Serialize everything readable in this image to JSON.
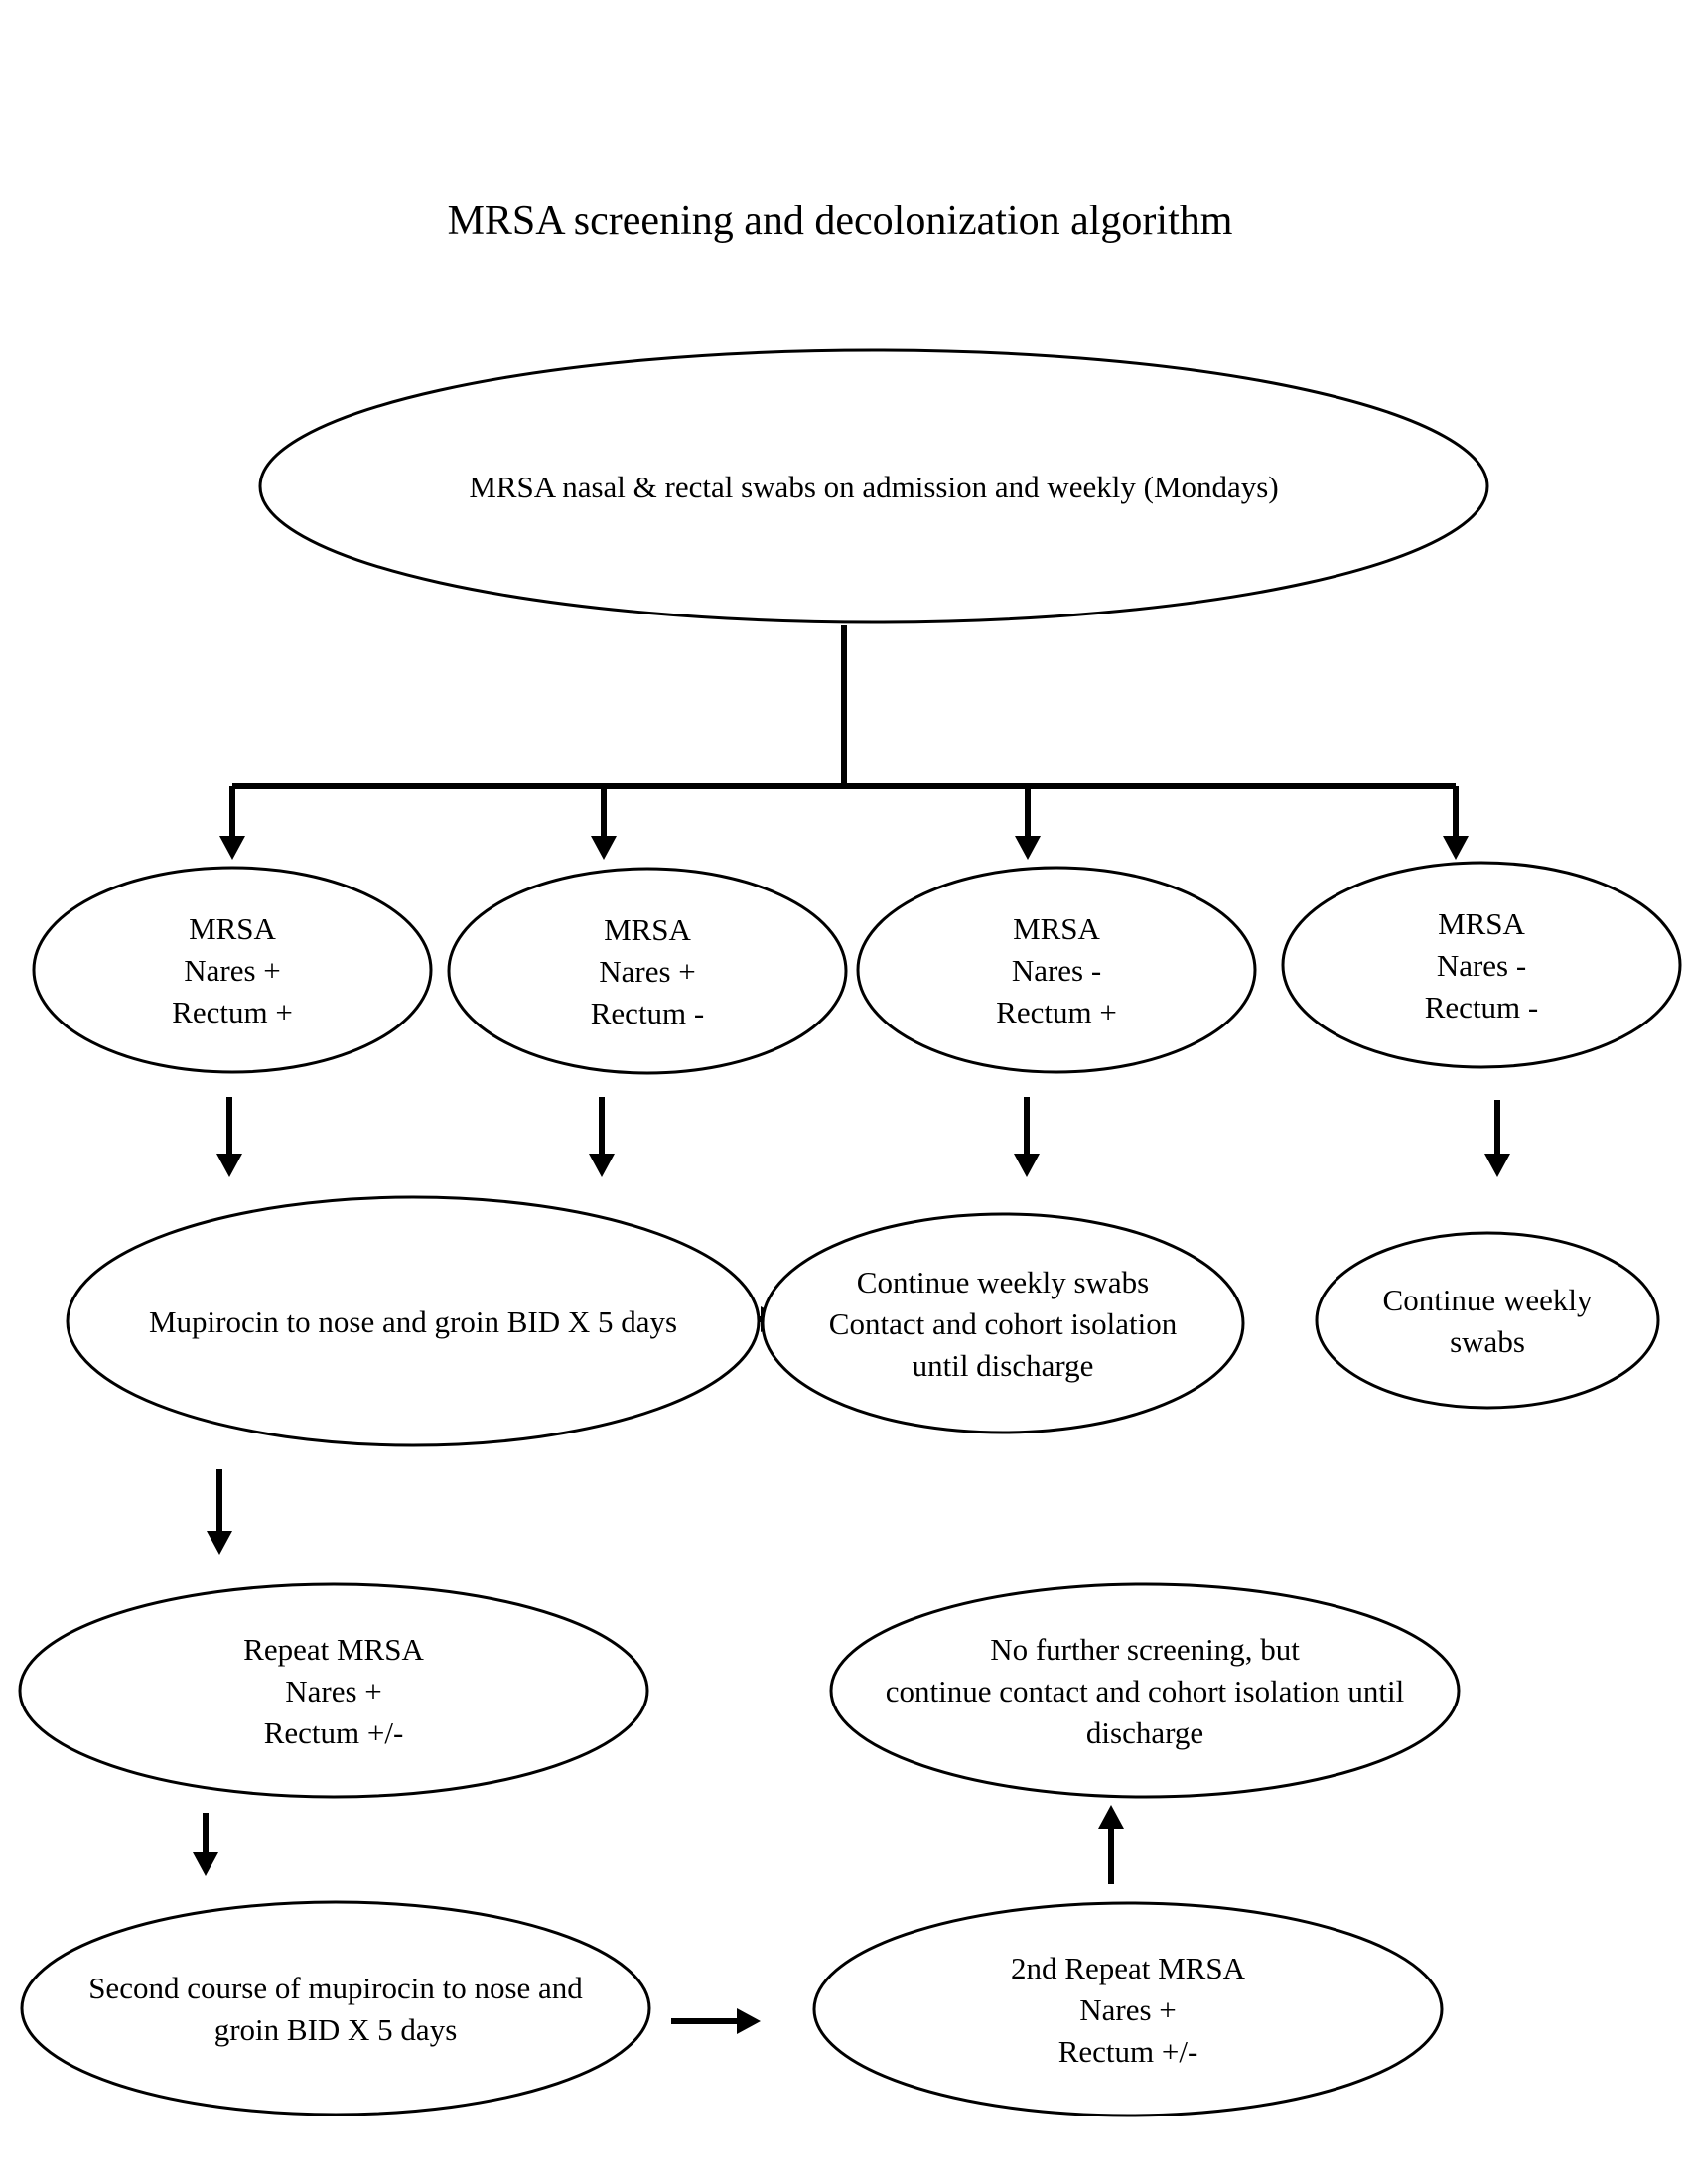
{
  "title": "MRSA screening and decolonization algorithm",
  "nodes": {
    "root": {
      "lines": [
        "MRSA nasal & rectal swabs on admission and weekly (Mondays)"
      ]
    },
    "result_1": {
      "lines": [
        "MRSA",
        "Nares +",
        "Rectum +"
      ]
    },
    "result_2": {
      "lines": [
        "MRSA",
        "Nares +",
        "Rectum -"
      ]
    },
    "result_3": {
      "lines": [
        "MRSA",
        "Nares -",
        "Rectum +"
      ]
    },
    "result_4": {
      "lines": [
        "MRSA",
        "Nares -",
        "Rectum -"
      ]
    },
    "mupirocin": {
      "lines": [
        "Mupirocin to nose and groin BID X 5 days"
      ]
    },
    "continue_isolation": {
      "lines": [
        "Continue weekly swabs",
        "Contact and cohort isolation",
        "until discharge"
      ]
    },
    "continue_swabs": {
      "lines": [
        "Continue weekly",
        "swabs"
      ]
    },
    "repeat": {
      "lines": [
        "Repeat MRSA",
        "Nares +",
        "Rectum +/-"
      ]
    },
    "no_further": {
      "lines": [
        "No further screening, but",
        "continue contact and cohort isolation until",
        "discharge"
      ]
    },
    "second_course": {
      "lines": [
        "Second course of mupirocin to nose and",
        "groin BID X 5 days"
      ]
    },
    "second_repeat": {
      "lines": [
        "2nd Repeat MRSA",
        "Nares +",
        "Rectum +/-"
      ]
    }
  }
}
